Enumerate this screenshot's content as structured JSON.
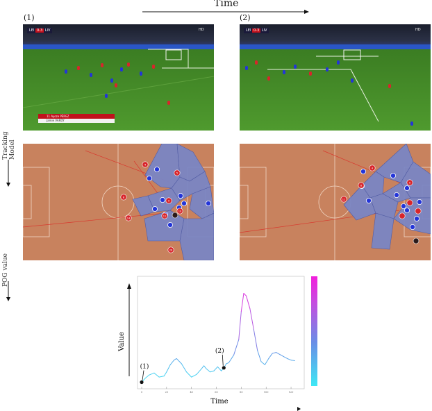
{
  "header": {
    "time_label": "Time"
  },
  "panels": [
    {
      "label": "(1)",
      "scorebug": {
        "home": "LEI",
        "score": "0-3",
        "away": "LIV"
      },
      "broadcast_logo": "HD",
      "lower_third": {
        "line1": "11 Ayoze PÉREZ",
        "line2": "Jamie VARDY"
      }
    },
    {
      "label": "(2)",
      "scorebug": {
        "home": "LEI",
        "score": "0-3",
        "away": "LIV"
      },
      "broadcast_logo": "HD"
    }
  ],
  "side_labels": {
    "tracking": "Tracking Model",
    "pog": "POG value"
  },
  "players": {
    "panel1_red": [
      "4",
      "5",
      "8",
      "9",
      "10",
      "11",
      "14",
      "26"
    ],
    "panel2_red": [
      "4",
      "5",
      "8",
      "11"
    ]
  },
  "colors": {
    "home_team": "#2335d8",
    "away_team": "#d8252b",
    "pitch": "#c8825e",
    "voronoi": "#7b86c4"
  },
  "chart_data": {
    "type": "line",
    "title": "",
    "xlabel": "Time",
    "ylabel": "Value",
    "xlim": [
      0,
      125
    ],
    "ylim": [
      0,
      2.0
    ],
    "x_ticks": [
      0,
      20,
      40,
      60,
      80,
      100,
      120
    ],
    "series": [
      {
        "x": [
          0,
          3,
          6,
          10,
          14,
          18,
          20,
          23,
          26,
          28,
          32,
          36,
          40,
          44,
          48,
          50,
          52,
          55,
          58,
          61,
          64,
          66,
          68,
          70,
          74,
          78,
          80,
          82,
          84,
          87,
          90,
          93,
          96,
          99,
          102,
          105,
          108,
          111,
          114,
          117,
          120,
          123
        ],
        "y": [
          0.02,
          0.1,
          0.16,
          0.2,
          0.12,
          0.14,
          0.22,
          0.36,
          0.45,
          0.48,
          0.38,
          0.22,
          0.12,
          0.17,
          0.28,
          0.34,
          0.28,
          0.22,
          0.24,
          0.32,
          0.24,
          0.3,
          0.38,
          0.4,
          0.55,
          0.85,
          1.4,
          1.75,
          1.7,
          1.45,
          1.05,
          0.64,
          0.42,
          0.36,
          0.48,
          0.58,
          0.6,
          0.56,
          0.52,
          0.48,
          0.45,
          0.44
        ]
      }
    ],
    "markers": [
      {
        "label": "(1)",
        "x": 0,
        "y": 0.02
      },
      {
        "label": "(2)",
        "x": 66,
        "y": 0.3
      }
    ],
    "colormap": [
      "#3ee8f5",
      "#6a8de6",
      "#c34fe0",
      "#f21fdc"
    ]
  }
}
